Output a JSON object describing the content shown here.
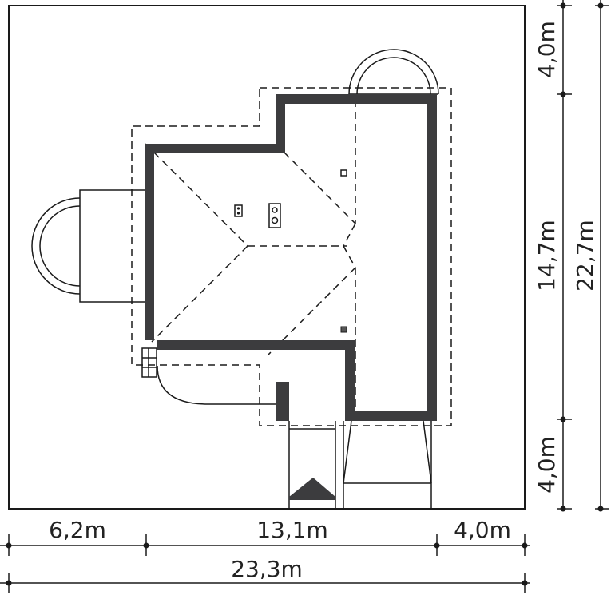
{
  "site_plan": {
    "colors": {
      "wall": "#3c3c3e",
      "line": "#1a1a1a",
      "background": "#ffffff"
    },
    "dimensions": {
      "top_offset": "4,0m",
      "house_depth": "14,7m",
      "bottom_offset": "4,0m",
      "total_depth": "22,7m",
      "left_offset": "6,2m",
      "house_width": "13,1m",
      "right_offset": "4,0m",
      "total_width": "23,3m"
    }
  }
}
